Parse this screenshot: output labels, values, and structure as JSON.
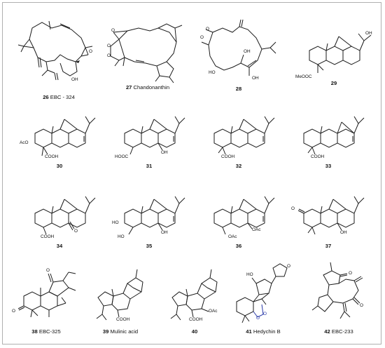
{
  "colors": {
    "bond": "#1a1a1a",
    "highlight_bond": "#2a3aa8",
    "border": "#b0b0b0"
  },
  "compounds": [
    {
      "id": "26",
      "name": "EBC - 324",
      "atoms": [
        "O",
        "OH"
      ]
    },
    {
      "id": "27",
      "name": "Chandonanthin",
      "atoms": [
        "O",
        "O",
        "O"
      ]
    },
    {
      "id": "28",
      "name": "",
      "atoms": [
        "O",
        "O",
        "OH",
        "HO",
        "OH"
      ]
    },
    {
      "id": "29",
      "name": "",
      "atoms": [
        "OH",
        "MeOOC"
      ]
    },
    {
      "id": "30",
      "name": "",
      "atoms": [
        "AcO",
        "COOH"
      ]
    },
    {
      "id": "31",
      "name": "",
      "atoms": [
        "HOOC",
        "OH"
      ]
    },
    {
      "id": "32",
      "name": "",
      "atoms": [
        "COOH"
      ]
    },
    {
      "id": "33",
      "name": "",
      "atoms": [
        "COOH"
      ]
    },
    {
      "id": "34",
      "name": "",
      "atoms": [
        "COOH",
        "O"
      ]
    },
    {
      "id": "35",
      "name": "",
      "atoms": [
        "HO",
        "HO",
        "OH"
      ]
    },
    {
      "id": "36",
      "name": "",
      "atoms": [
        "OAc",
        "OAc"
      ]
    },
    {
      "id": "37",
      "name": "",
      "atoms": [
        "O",
        "OH"
      ]
    },
    {
      "id": "38",
      "name": "EBC-325",
      "atoms": [
        "O",
        "O"
      ]
    },
    {
      "id": "39",
      "name": "Mulinic acid",
      "atoms": [
        "COOH"
      ]
    },
    {
      "id": "40",
      "name": "",
      "atoms": [
        "COOH",
        "OAc"
      ]
    },
    {
      "id": "41",
      "name": "Hedychin B",
      "atoms": [
        "HO",
        "O",
        "O",
        "O"
      ]
    },
    {
      "id": "42",
      "name": "EBC-233",
      "atoms": [
        "O",
        "O"
      ]
    }
  ]
}
